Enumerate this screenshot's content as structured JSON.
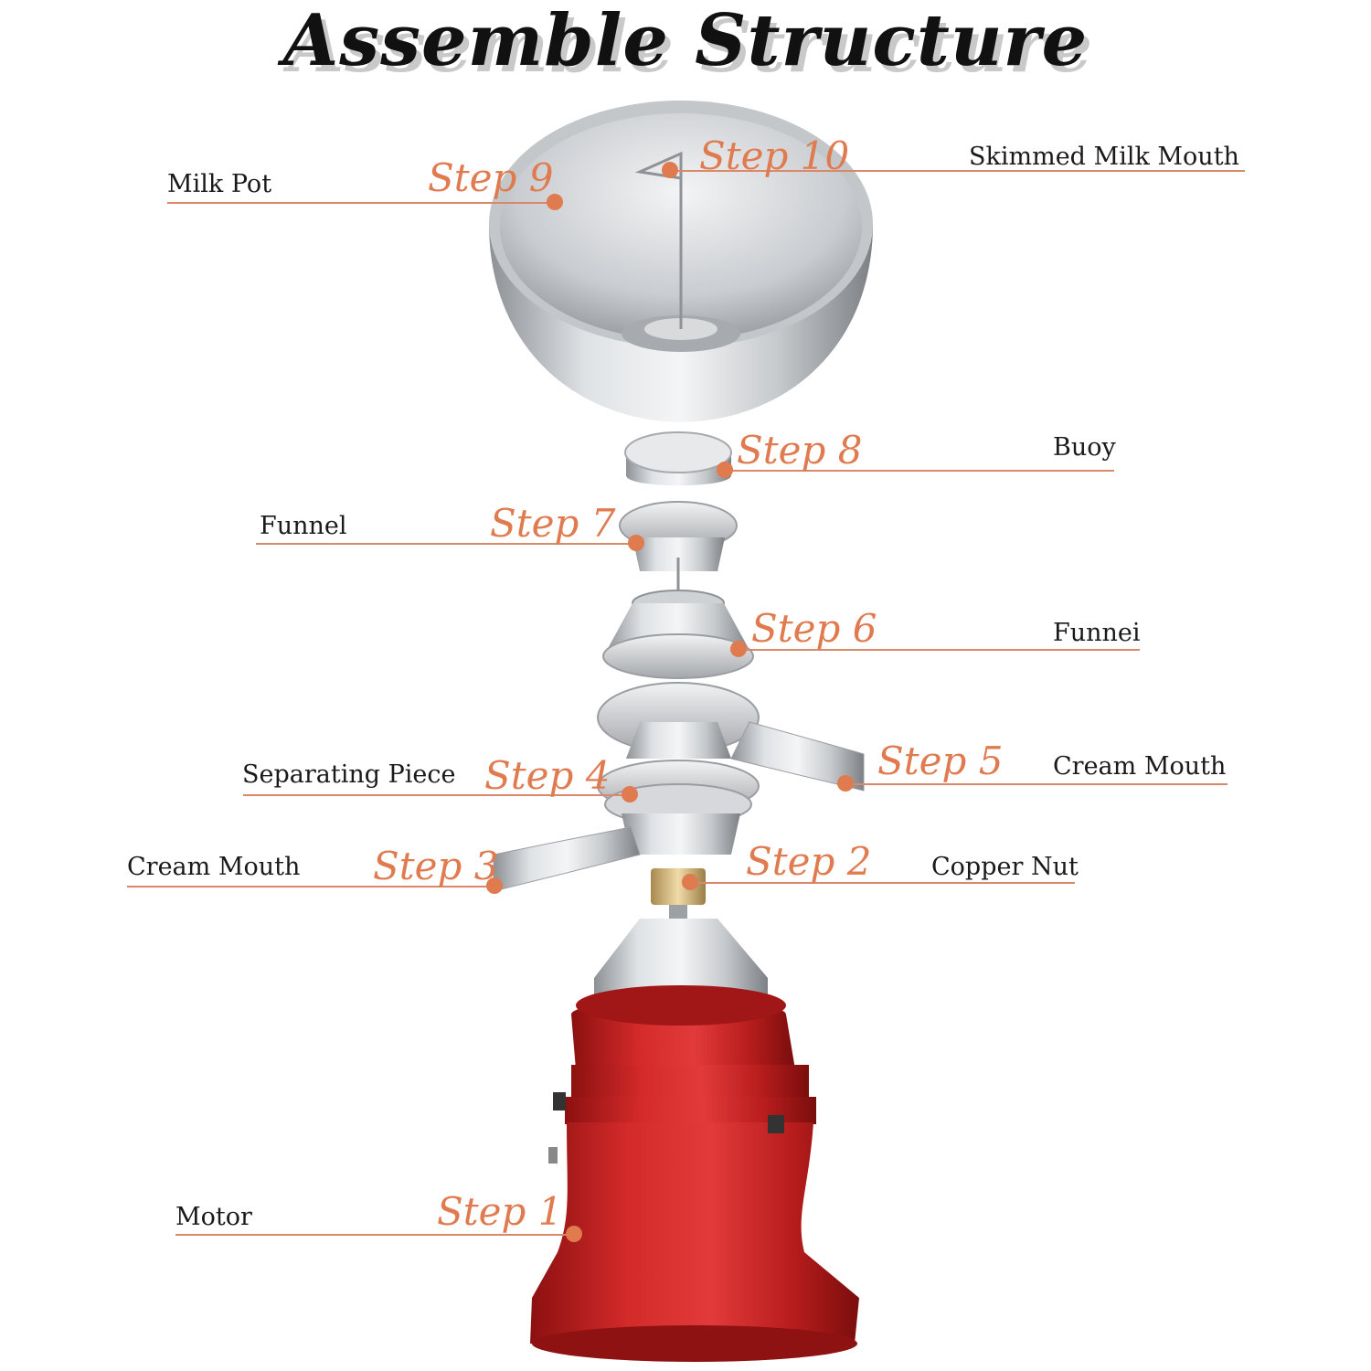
{
  "title": "Assemble Structure",
  "accent_color": "#e07a4f",
  "steps": [
    {
      "step": "Step 1",
      "part": "Motor"
    },
    {
      "step": "Step 2",
      "part": "Copper Nut"
    },
    {
      "step": "Step 3",
      "part": "Cream Mouth"
    },
    {
      "step": "Step 4",
      "part": "Separating Piece"
    },
    {
      "step": "Step 5",
      "part": "Cream Mouth"
    },
    {
      "step": "Step 6",
      "part": "Funnei"
    },
    {
      "step": "Step 7",
      "part": "Funnel"
    },
    {
      "step": "Step 8",
      "part": "Buoy"
    },
    {
      "step": "Step 9",
      "part": "Milk  Pot"
    },
    {
      "step": "Step 10",
      "part": "Skimmed Milk Mouth"
    }
  ]
}
